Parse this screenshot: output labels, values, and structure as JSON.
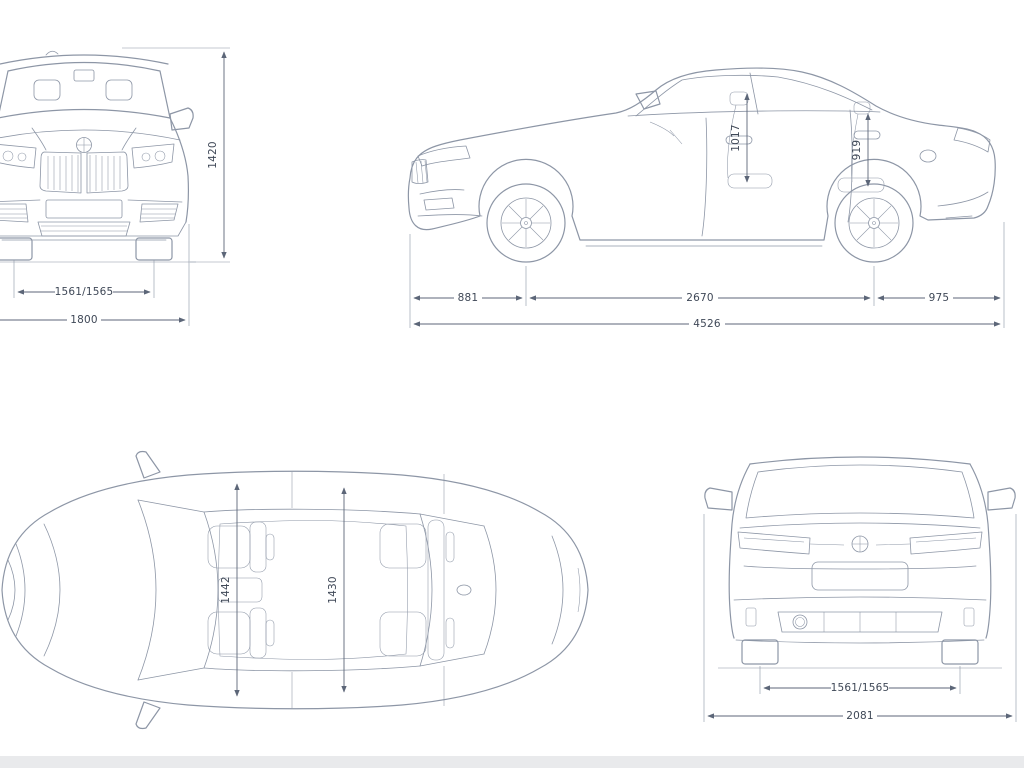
{
  "colors": {
    "background": "#ffffff",
    "line": "#8d96a6",
    "dimension": "#5c6678",
    "text": "#3f4857",
    "footer_strip": "#e9eaec"
  },
  "icons": {
    "badge": "bmw-roundel"
  },
  "views": {
    "front": {
      "label": "front-view",
      "dims": {
        "height": "1420",
        "track": "1561/1565",
        "width": "1800"
      }
    },
    "side": {
      "label": "side-view",
      "dims": {
        "front_headroom": "1017",
        "rear_headroom": "919",
        "front_overhang": "881",
        "wheelbase": "2670",
        "rear_overhang": "975",
        "length": "4526"
      }
    },
    "top": {
      "label": "top-view",
      "dims": {
        "front_interior_width": "1442",
        "rear_interior_width": "1430"
      }
    },
    "rear": {
      "label": "rear-view",
      "dims": {
        "track": "1561/1565",
        "width_incl_mirrors": "2081"
      }
    }
  }
}
